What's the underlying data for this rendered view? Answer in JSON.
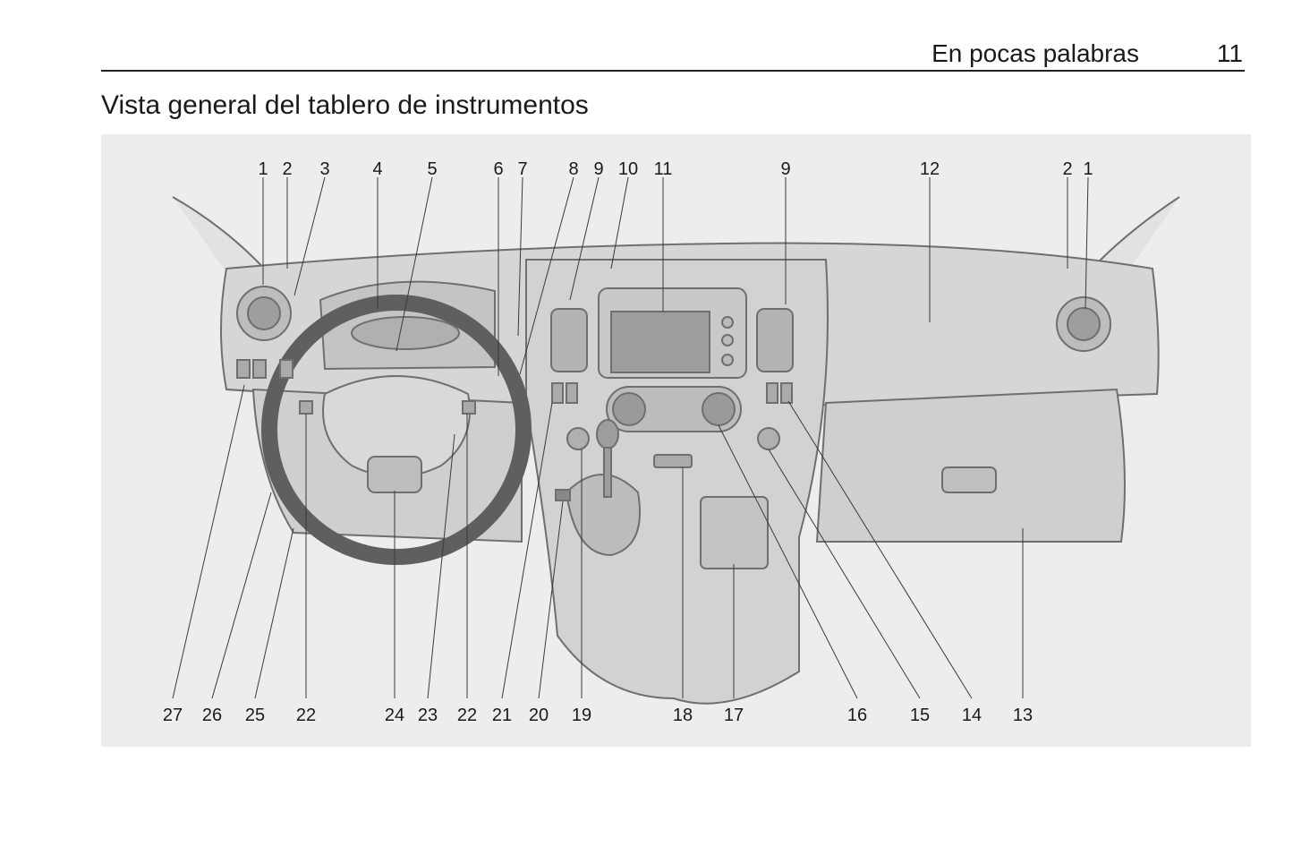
{
  "header": {
    "title": "En pocas palabras",
    "page_number": "11"
  },
  "section_title": "Vista general del tablero de instrumentos",
  "figure": {
    "callouts_top": [
      "1",
      "2",
      "3",
      "4",
      "5",
      "6",
      "7",
      "8",
      "9",
      "10",
      "11",
      "9",
      "12",
      "2",
      "1"
    ],
    "callouts_bottom": [
      "27",
      "26",
      "25",
      "22",
      "24",
      "23",
      "22",
      "21",
      "20",
      "19",
      "18",
      "17",
      "16",
      "15",
      "14",
      "13"
    ]
  }
}
